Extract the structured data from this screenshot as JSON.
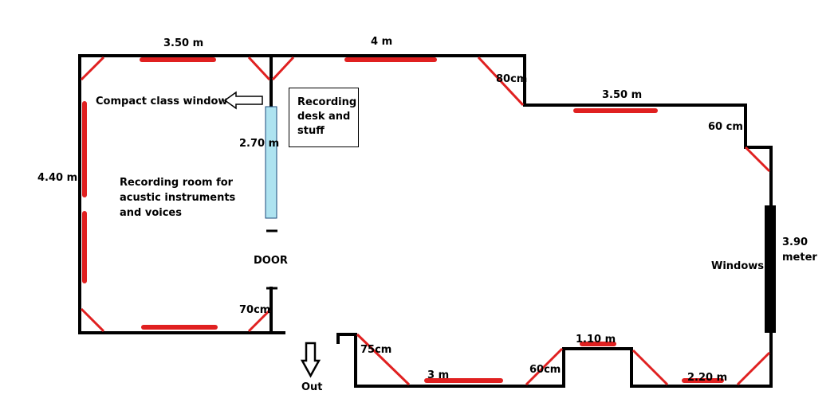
{
  "colors": {
    "wall": "#000000",
    "acoustic_panel": "#e02020",
    "glass": "#aee3f0",
    "window": "#000000"
  },
  "labels": {
    "dim_top_left": "3.50 m",
    "dim_top_mid": "4 m",
    "dim_right_step": "3.50 m",
    "dim_left": "4.40 m",
    "dim_glass": "2.70 m",
    "dim_corner_top": "80cm",
    "dim_corner_right": "60 cm",
    "dim_right": "3.90",
    "dim_right_unit": "meter",
    "dim_bottom_left_corner": "70cm",
    "dim_bottom_75": "75cm",
    "dim_bottom_3m": "3 m",
    "dim_bottom_60": "60cm",
    "dim_bottom_110": "1.10 m",
    "dim_bottom_220": "2.20 m",
    "compact_window": "Compact class window",
    "recording_room_1": "Recording room for",
    "recording_room_2": "acustic instruments",
    "recording_room_3": "and voices",
    "desk_1": "Recording",
    "desk_2": "desk and",
    "desk_3": "stuff",
    "door": "DOOR",
    "windows": "Windows",
    "out": "Out"
  }
}
